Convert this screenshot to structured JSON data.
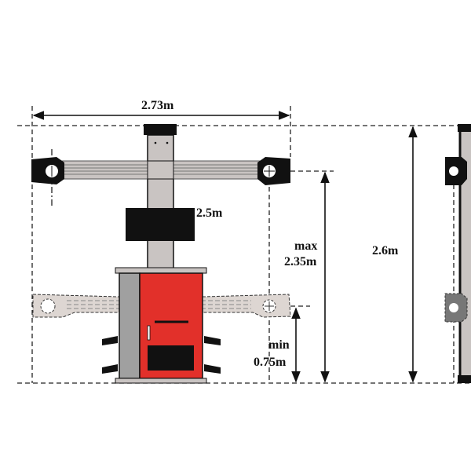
{
  "dimensions": {
    "width": "2.73m",
    "camera_beam": "2.5m",
    "max_label": "max",
    "max_value": "2.35m",
    "min_label": "min",
    "min_value": "0.75m",
    "total_height": "2.6m"
  },
  "colors": {
    "cabinet_red": "#e2302a",
    "column_gray": "#c9c4c2",
    "panel_gray": "#a0a0a0",
    "black": "#111111"
  }
}
